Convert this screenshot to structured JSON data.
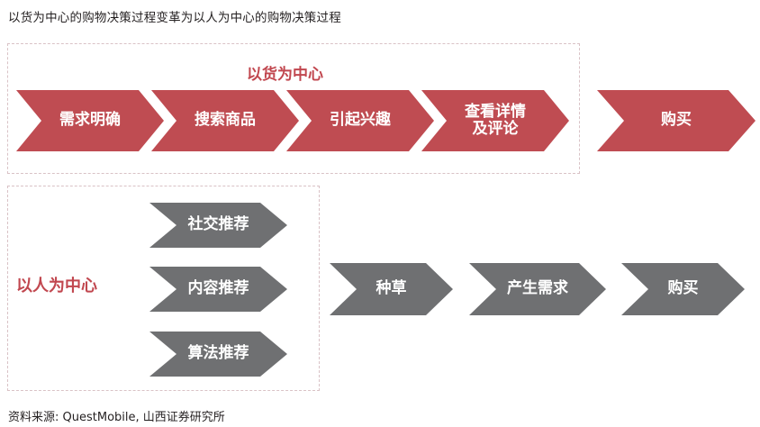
{
  "page": {
    "title": "以货为中心的购物决策过程变革为以人为中心的购物决策过程",
    "source": "资料来源: QuestMobile, 山西证券研究所"
  },
  "colors": {
    "red_chevron": "#bf4c52",
    "gray_chevron": "#6f7072",
    "caption_red": "#c1474f",
    "dashed_border": "#d9c2c6",
    "text_dark": "#231f20",
    "chevron_label": "#ffffff",
    "background": "#ffffff"
  },
  "goods_section": {
    "caption": "以货为中心",
    "steps": [
      {
        "label": "需求明确",
        "lines": [
          "需求明确"
        ]
      },
      {
        "label": "搜索商品",
        "lines": [
          "搜索商品"
        ]
      },
      {
        "label": "引起兴趣",
        "lines": [
          "引起兴趣"
        ]
      },
      {
        "label": "查看详情及评论",
        "lines": [
          "查看详情",
          "及评论"
        ]
      }
    ],
    "outcome": {
      "label": "购买",
      "lines": [
        "购买"
      ]
    }
  },
  "people_section": {
    "caption": "以人为中心",
    "sources": [
      {
        "label": "社交推荐"
      },
      {
        "label": "内容推荐"
      },
      {
        "label": "算法推荐"
      }
    ],
    "steps": [
      {
        "label": "种草"
      },
      {
        "label": "产生需求"
      },
      {
        "label": "购买"
      }
    ]
  }
}
